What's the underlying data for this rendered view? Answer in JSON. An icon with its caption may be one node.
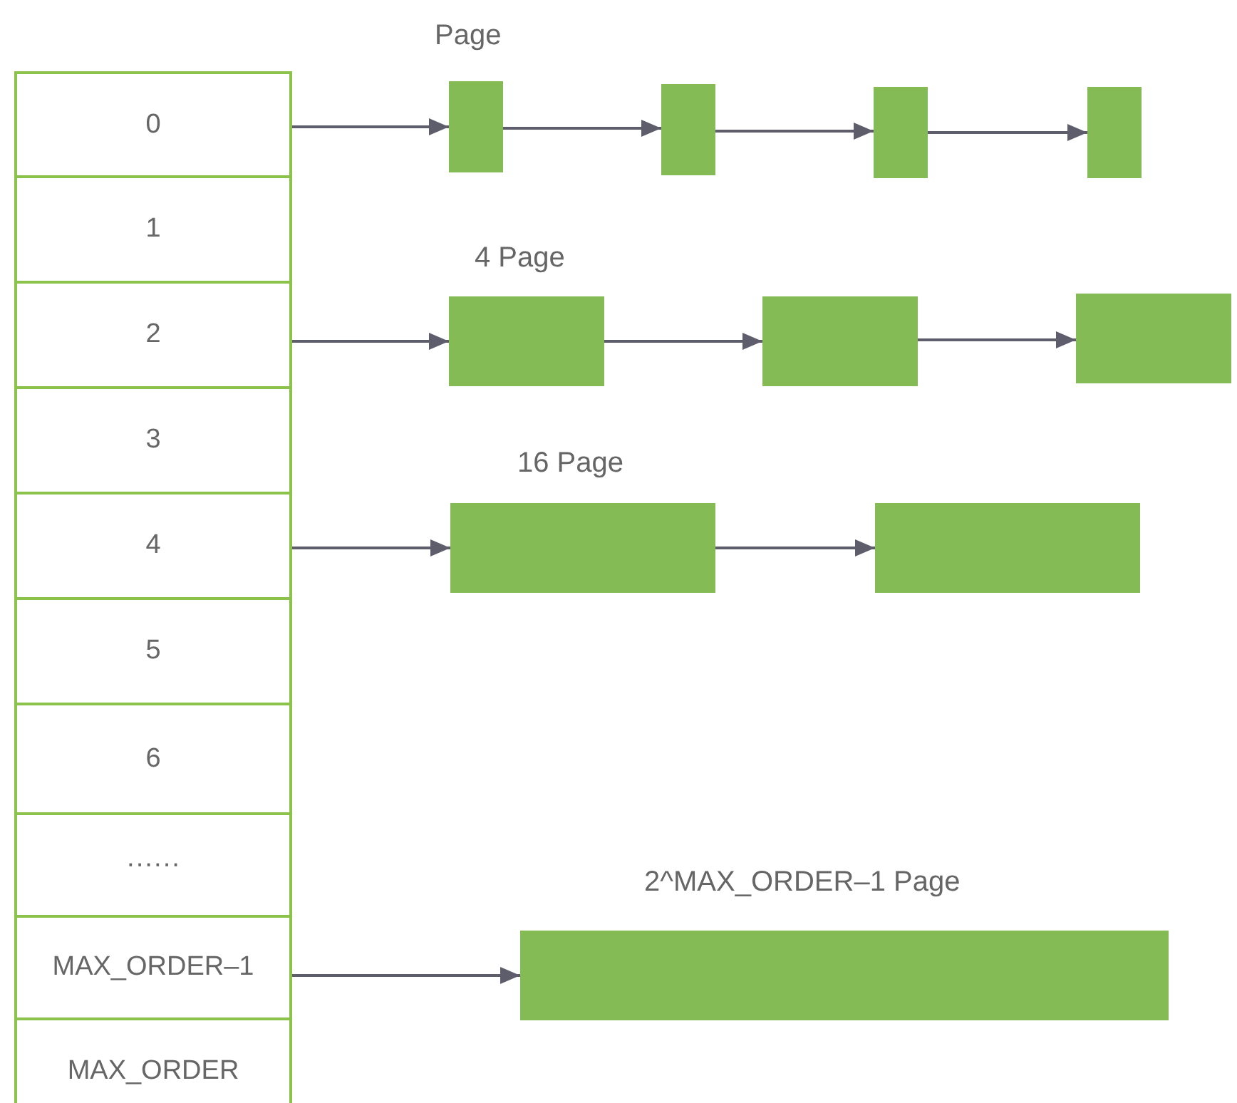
{
  "diagram": {
    "nodes": [
      {
        "text": [
          "0"
        ]
      },
      {
        "text": [
          "1"
        ]
      },
      {
        "text": [
          "2"
        ]
      },
      {
        "text": [
          "3"
        ]
      },
      {
        "text": [
          "4"
        ]
      },
      {
        "text": [
          "5"
        ]
      },
      {
        "text": [
          "6"
        ]
      },
      {
        "text": [
          "······"
        ]
      },
      {
        "text": [
          "MAX_ORDER–1"
        ]
      },
      {
        "text": [
          "MAX_ORDER"
        ]
      },
      {
        "text": [],
        "shape": "box",
        "beside": [
          "Page"
        ]
      },
      {
        "text": [],
        "shape": "box"
      },
      {
        "text": [],
        "shape": "box"
      },
      {
        "text": [],
        "shape": "box"
      },
      {
        "text": [],
        "shape": "box",
        "beside": [
          "4 Page"
        ]
      },
      {
        "text": [],
        "shape": "box"
      },
      {
        "text": [],
        "shape": "box"
      },
      {
        "text": [],
        "shape": "box",
        "beside": [
          "16 Page"
        ]
      },
      {
        "text": [],
        "shape": "box"
      },
      {
        "text": [],
        "shape": "box",
        "beside": [
          "2^MAX_ORDER–1 Page"
        ]
      }
    ],
    "edges": [
      {
        "from": 0,
        "to": 10,
        "arrow": "to"
      },
      {
        "from": 10,
        "to": 11,
        "arrow": "to"
      },
      {
        "from": 11,
        "to": 12,
        "arrow": "to"
      },
      {
        "from": 12,
        "to": 13,
        "arrow": "to"
      },
      {
        "from": 2,
        "to": 14,
        "arrow": "to"
      },
      {
        "from": 14,
        "to": 15,
        "arrow": "to"
      },
      {
        "from": 15,
        "to": 16,
        "arrow": "to"
      },
      {
        "from": 4,
        "to": 17,
        "arrow": "to"
      },
      {
        "from": 17,
        "to": 18,
        "arrow": "to"
      },
      {
        "from": 8,
        "to": 19,
        "arrow": "to"
      }
    ]
  }
}
